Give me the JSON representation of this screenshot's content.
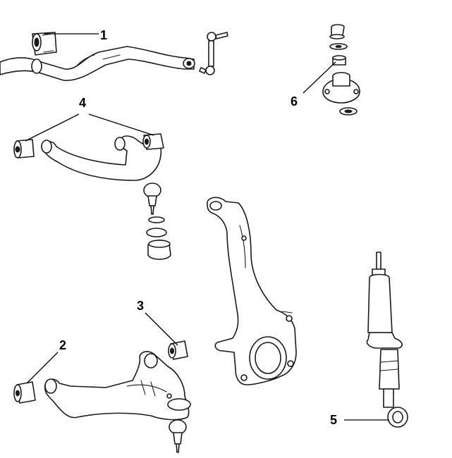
{
  "callouts": [
    {
      "id": "1",
      "text": "1"
    },
    {
      "id": "2",
      "text": "2"
    },
    {
      "id": "3",
      "text": "3"
    },
    {
      "id": "4",
      "text": "4"
    },
    {
      "id": "5",
      "text": "5"
    },
    {
      "id": "6",
      "text": "6"
    }
  ],
  "parts": [
    "stabilizer-bushing",
    "lower-arm-bushing-front",
    "lower-arm-bushing-rear",
    "upper-arm-bushing",
    "shock-absorber-lower-bushing",
    "strut-mount-bearing"
  ],
  "colors": {
    "line": "#1a1a1a",
    "background": "#ffffff"
  }
}
